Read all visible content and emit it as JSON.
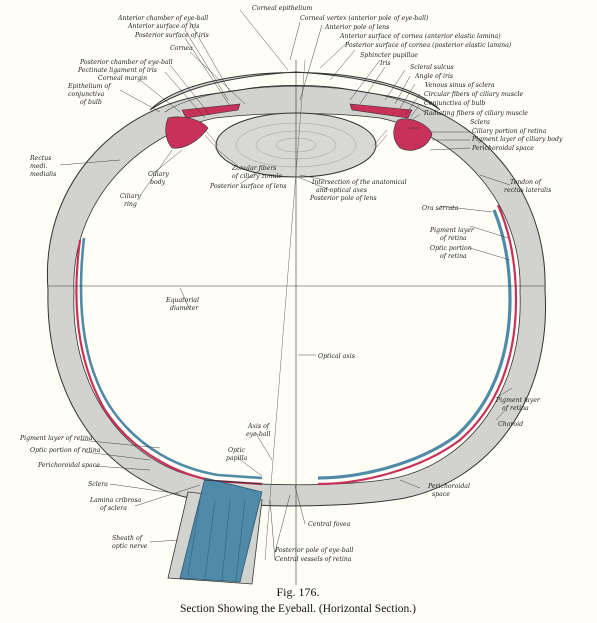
{
  "figure": {
    "number": "Fig. 176.",
    "caption": "Section Showing the Eyeball.  (Horizontal Section.)"
  },
  "labels": {
    "corneal_epithelium": "Corneal epithelium",
    "corneal_vertex": "Corneal vertex (anterior pole of eye-ball)",
    "anterior_pole_of_lens": "Anterior pole of lens",
    "anterior_surface_of_cornea": "Anterior surface of cornea (anterior elastic lamina)",
    "posterior_surface_of_cornea": "Posterior surface of cornea (posterior elastic lamina)",
    "sphincter_pupillae": "Sphincter pupillae",
    "iris": "Iris",
    "scleral_sulcus": "Scleral sulcus",
    "angle_of_iris": "Angle of iris",
    "venous_sinus_of_sclera": "Venous sinus of sclera",
    "circular_fibers_ciliary_muscle": "Circular fibers of ciliary muscle",
    "conjunctiva_of_bulb_r": "Conjunctiva of bulb",
    "radiating_fibers_ciliary_muscle": "Radiating fibers of ciliary muscle",
    "sclera_r": "Sclera",
    "ciliary_portion_of_retina": "Ciliary portion of retina",
    "pigment_layer_ciliary_body": "Pigment layer of ciliary body",
    "perichoroidal_space_r": "Perichoroidal space",
    "anterior_chamber": "Anterior chamber of eye-ball",
    "anterior_surface_of_iris": "Anterior surface of iris",
    "posterior_surface_of_iris": "Posterior surface of iris",
    "cornea": "Cornea",
    "posterior_chamber": "Posterior chamber of eye-ball",
    "pectinate_ligament": "Pectinate ligament of iris",
    "corneal_margin": "Corneal margin",
    "epithelium_conjunctiva_1": "Epithelium of",
    "epithelium_conjunctiva_2": "conjunctiva",
    "epithelium_conjunctiva_3": "of bulb",
    "rectus_medialis_1": "Rectus",
    "rectus_medialis_2": "medi.",
    "rectus_medialis_3": "medialis",
    "ciliary_body_1": "Ciliary",
    "ciliary_body_2": "body",
    "ciliary_ring_1": "Ciliary",
    "ciliary_ring_2": "ring",
    "zonular_fibers_1": "Zonular fibers",
    "zonular_fibers_2": "of ciliary zonule",
    "posterior_surface_of_lens": "Posterior surface of lens",
    "intersection_1": "Intersection of the anatomical",
    "intersection_2": "and optical axes",
    "posterior_pole_of_lens": "Posterior pole of lens",
    "tendon_rectus_lateralis_1": "Tendon of",
    "tendon_rectus_lateralis_2": "rectus lateralis",
    "ora_serrata": "Ora serrata",
    "pigment_layer_retina_r_1": "Pigment layer",
    "pigment_layer_retina_r_2": "of retina",
    "optic_portion_retina_r_1": "Optic portion",
    "optic_portion_retina_r_2": "of retina",
    "equatorial_diameter_1": "Equatorial",
    "equatorial_diameter_2": "diameter",
    "optical_axis": "Optical axis",
    "pigment_layer_retina_r2_1": "Pigment layer",
    "pigment_layer_retina_r2_2": "of retina",
    "choroid": "Choroid",
    "axis_of_eyeball_1": "Axis of",
    "axis_of_eyeball_2": "eye-ball",
    "optic_papilla_1": "Optic",
    "optic_papilla_2": "papilla",
    "pigment_layer_retina_l": "Pigment layer of retina",
    "optic_portion_retina_l": "Optic portion of retina",
    "perichoroidal_space_l": "Perichoroidal space",
    "sclera_l": "Sclera",
    "lamina_cribrosa_1": "Lamina cribrosa",
    "lamina_cribrosa_2": "of sclera",
    "perichoroidal_space_r2_1": "Perichoroidal",
    "perichoroidal_space_r2_2": "space",
    "central_fovea": "Central fovea",
    "sheath_optic_nerve_1": "Sheath of",
    "sheath_optic_nerve_2": "optic nerve",
    "posterior_pole_eyeball": "Posterior pole of eye-ball",
    "central_vessels_retina": "Central vessels of retina"
  },
  "colors": {
    "background": "#fffef6",
    "sclera": "#d4d4d0",
    "retina_blue": "#4f8aa8",
    "choroid_red": "#c8325a",
    "line": "#333333"
  }
}
